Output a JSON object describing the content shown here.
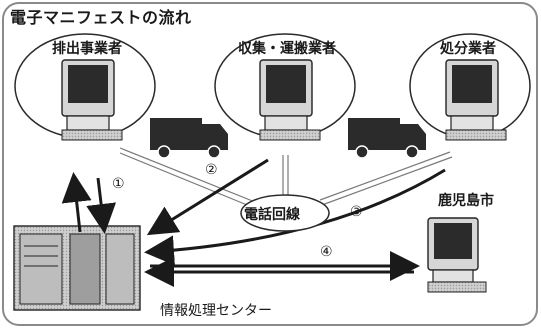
{
  "diagram": {
    "title": "電子マニフェストの流れ",
    "nodes": {
      "generator": "排出事業者",
      "transporter": "収集・運搬業者",
      "disposer": "処分業者",
      "prefecture": "鹿児島市",
      "center": "情報処理センター",
      "phone_line": "電話回線"
    },
    "steps": [
      "①",
      "②",
      "③",
      "④"
    ]
  },
  "colors": {
    "frame": "#8a8a8a",
    "screen": "#2b2b2b",
    "ink": "#1a1a1a",
    "line": "#6c6c6c"
  }
}
